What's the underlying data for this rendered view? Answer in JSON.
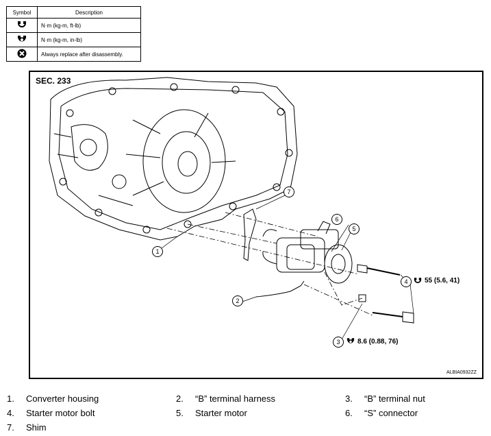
{
  "legend": {
    "header_symbol": "Symbol",
    "header_description": "Description",
    "rows": [
      {
        "icon": "torque-wrench-icon",
        "description": "N·m (kg-m, ft-lb)"
      },
      {
        "icon": "torque-wrench-inlb-icon",
        "description": "N·m (kg-m, in-lb)"
      },
      {
        "icon": "replace-icon",
        "description": "Always replace after disassembly."
      }
    ]
  },
  "figure": {
    "section": "SEC. 233",
    "code": "ALBIA0932ZZ",
    "callouts": [
      "1",
      "2",
      "3",
      "4",
      "5",
      "6",
      "7"
    ],
    "torque_4": "55 (5.6, 41)",
    "torque_3": "8.6 (0.88, 76)"
  },
  "parts": [
    {
      "num": "1.",
      "name": "Converter housing"
    },
    {
      "num": "2.",
      "name": "“B” terminal harness"
    },
    {
      "num": "3.",
      "name": "“B” terminal nut"
    },
    {
      "num": "4.",
      "name": "Starter motor bolt"
    },
    {
      "num": "5.",
      "name": "Starter motor"
    },
    {
      "num": "6.",
      "name": "“S” connector"
    },
    {
      "num": "7.",
      "name": "Shim"
    }
  ]
}
